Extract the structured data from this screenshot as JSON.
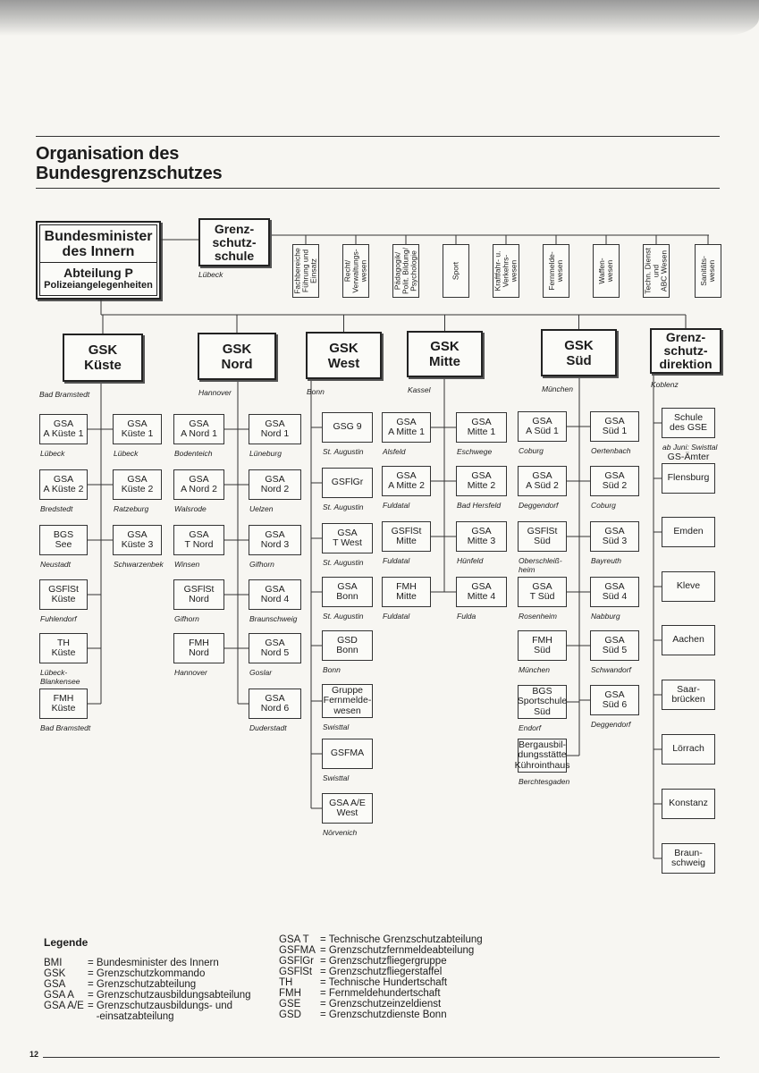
{
  "title": [
    "Organisation des",
    "Bundesgrenzschutzes"
  ],
  "bmi": {
    "lines": [
      "Bundesminister",
      "des Innern"
    ],
    "dept": "Abteilung P",
    "sub": "Polizeiangelegenheiten"
  },
  "school": {
    "lines": [
      "Grenz-",
      "schutz-",
      "schule"
    ],
    "location": "Lübeck"
  },
  "departments": [
    {
      "lines": [
        "Fachbereiche",
        "Führung und",
        "Einsatz"
      ]
    },
    {
      "lines": [
        "Recht/",
        "Verwaltungs-",
        "wesen"
      ]
    },
    {
      "lines": [
        "Pädagogik/",
        "Polit. Bildung/",
        "Psychologie"
      ]
    },
    {
      "lines": [
        "Sport"
      ]
    },
    {
      "lines": [
        "Kraftfahr- u.",
        "Verkehrs-",
        "wesen"
      ]
    },
    {
      "lines": [
        "Fernmelde-",
        "wesen"
      ]
    },
    {
      "lines": [
        "Waffen-",
        "wesen"
      ]
    },
    {
      "lines": [
        "Techn. Dienst",
        "und",
        "ABC Wesen"
      ]
    },
    {
      "lines": [
        "Sanitäts-",
        "wesen"
      ]
    }
  ],
  "commands": [
    {
      "name": [
        "GSK",
        "Küste"
      ],
      "location": "Bad Bramstedt",
      "left": [
        {
          "lines": [
            "GSA",
            "A Küste 1"
          ],
          "location": "Lübeck"
        },
        {
          "lines": [
            "GSA",
            "A Küste 2"
          ],
          "location": "Bredstedt"
        },
        {
          "lines": [
            "BGS",
            "See"
          ],
          "location": "Neustadt"
        },
        {
          "lines": [
            "GSFlSt",
            "Küste"
          ],
          "location": "Fuhlendorf"
        },
        {
          "lines": [
            "TH",
            "Küste"
          ],
          "location": "Lübeck-\nBlankensee"
        },
        {
          "lines": [
            "FMH",
            "Küste"
          ],
          "location": "Bad Bramstedt"
        }
      ],
      "right": [
        {
          "lines": [
            "GSA",
            "Küste 1"
          ],
          "location": "Lübeck"
        },
        {
          "lines": [
            "GSA",
            "Küste 2"
          ],
          "location": "Ratzeburg"
        },
        {
          "lines": [
            "GSA",
            "Küste 3"
          ],
          "location": "Schwarzenbek"
        }
      ]
    },
    {
      "name": [
        "GSK",
        "Nord"
      ],
      "location": "Hannover",
      "left": [
        {
          "lines": [
            "GSA",
            "A Nord 1"
          ],
          "location": "Bodenteich"
        },
        {
          "lines": [
            "GSA",
            "A Nord 2"
          ],
          "location": "Walsrode"
        },
        {
          "lines": [
            "GSA",
            "T Nord"
          ],
          "location": "Winsen"
        },
        {
          "lines": [
            "GSFlSt",
            "Nord"
          ],
          "location": "Gifhorn"
        },
        {
          "lines": [
            "FMH",
            "Nord"
          ],
          "location": "Hannover"
        }
      ],
      "right": [
        {
          "lines": [
            "GSA",
            "Nord 1"
          ],
          "location": "Lüneburg"
        },
        {
          "lines": [
            "GSA",
            "Nord 2"
          ],
          "location": "Uelzen"
        },
        {
          "lines": [
            "GSA",
            "Nord 3"
          ],
          "location": "Gifhorn"
        },
        {
          "lines": [
            "GSA",
            "Nord 4"
          ],
          "location": "Braunschweig"
        },
        {
          "lines": [
            "GSA",
            "Nord 5"
          ],
          "location": "Goslar"
        },
        {
          "lines": [
            "GSA",
            "Nord 6"
          ],
          "location": "Duderstadt"
        }
      ]
    },
    {
      "name": [
        "GSK",
        "West"
      ],
      "location": "Bonn",
      "left": [],
      "right": [
        {
          "lines": [
            "GSG 9"
          ],
          "location": "St. Augustin"
        },
        {
          "lines": [
            "GSFlGr"
          ],
          "location": "St. Augustin"
        },
        {
          "lines": [
            "GSA",
            "T West"
          ],
          "location": "St. Augustin"
        },
        {
          "lines": [
            "GSA",
            "Bonn"
          ],
          "location": "St. Augustin"
        },
        {
          "lines": [
            "GSD",
            "Bonn"
          ],
          "location": "Bonn"
        },
        {
          "lines": [
            "Gruppe",
            "Fernmelde-",
            "wesen"
          ],
          "location": "Swisttal"
        },
        {
          "lines": [
            "GSFMA"
          ],
          "location": "Swisttal"
        },
        {
          "lines": [
            "GSA A/E",
            "West"
          ],
          "location": "Nörvenich"
        }
      ]
    },
    {
      "name": [
        "GSK",
        "Mitte"
      ],
      "location": "Kassel",
      "left": [
        {
          "lines": [
            "GSA",
            "A Mitte 1"
          ],
          "location": "Alsfeld"
        },
        {
          "lines": [
            "GSA",
            "A Mitte 2"
          ],
          "location": "Fuldatal"
        },
        {
          "lines": [
            "GSFlSt",
            "Mitte"
          ],
          "location": "Fuldatal"
        },
        {
          "lines": [
            "FMH",
            "Mitte"
          ],
          "location": "Fuldatal"
        }
      ],
      "right": [
        {
          "lines": [
            "GSA",
            "Mitte 1"
          ],
          "location": "Eschwege"
        },
        {
          "lines": [
            "GSA",
            "Mitte 2"
          ],
          "location": "Bad Hersfeld"
        },
        {
          "lines": [
            "GSA",
            "Mitte 3"
          ],
          "location": "Hünfeld"
        },
        {
          "lines": [
            "GSA",
            "Mitte 4"
          ],
          "location": "Fulda"
        }
      ]
    },
    {
      "name": [
        "GSK",
        "Süd"
      ],
      "location": "München",
      "left": [
        {
          "lines": [
            "GSA",
            "A Süd 1"
          ],
          "location": "Coburg"
        },
        {
          "lines": [
            "GSA",
            "A Süd 2"
          ],
          "location": "Deggendorf"
        },
        {
          "lines": [
            "GSFlSt",
            "Süd"
          ],
          "location": "Oberschleiß-\nheim"
        },
        {
          "lines": [
            "GSA",
            "T Süd"
          ],
          "location": "Rosenheim"
        },
        {
          "lines": [
            "FMH",
            "Süd"
          ],
          "location": "München"
        },
        {
          "lines": [
            "BGS",
            "Sportschule",
            "Süd"
          ],
          "location": "Endorf"
        },
        {
          "lines": [
            "Bergausbil-",
            "dungsstätte",
            "Kührointhaus"
          ],
          "location": "Berchtesgaden"
        }
      ],
      "right": [
        {
          "lines": [
            "GSA",
            "Süd 1"
          ],
          "location": "Oertenbach"
        },
        {
          "lines": [
            "GSA",
            "Süd 2"
          ],
          "location": "Coburg"
        },
        {
          "lines": [
            "GSA",
            "Süd 3"
          ],
          "location": "Bayreuth"
        },
        {
          "lines": [
            "GSA",
            "Süd 4"
          ],
          "location": "Nabburg"
        },
        {
          "lines": [
            "GSA",
            "Süd 5"
          ],
          "location": "Schwandorf"
        },
        {
          "lines": [
            "GSA",
            "Süd 6"
          ],
          "location": "Deggendorf"
        }
      ]
    }
  ],
  "directorate": {
    "name": [
      "Grenz-",
      "schutz-",
      "direktion"
    ],
    "location": "Koblenz",
    "school": {
      "lines": [
        "Schule",
        "des GSE"
      ],
      "location": "ab Juni: Swisttal"
    },
    "group_label": "GS-Ämter",
    "offices": [
      {
        "lines": [
          "Flensburg"
        ]
      },
      {
        "lines": [
          "Emden"
        ]
      },
      {
        "lines": [
          "Kleve"
        ]
      },
      {
        "lines": [
          "Aachen"
        ]
      },
      {
        "lines": [
          "Saar-",
          "brücken"
        ]
      },
      {
        "lines": [
          "Lörrach"
        ]
      },
      {
        "lines": [
          "Konstanz"
        ]
      },
      {
        "lines": [
          "Braun-",
          "schweig"
        ]
      }
    ]
  },
  "legend": {
    "title": "Legende",
    "left": [
      {
        "abbr": "BMI",
        "def": "= Bundesminister des Innern"
      },
      {
        "abbr": "GSK",
        "def": "= Grenzschutzkommando"
      },
      {
        "abbr": "GSA",
        "def": "= Grenzschutzabteilung"
      },
      {
        "abbr": "GSA A",
        "def": "= Grenzschutzausbildungsabteilung"
      },
      {
        "abbr": "GSA A/E",
        "def": "= Grenzschutzausbildungs- und"
      },
      {
        "abbr": "",
        "def": "   -einsatzabteilung"
      }
    ],
    "right": [
      {
        "abbr": "GSA T",
        "def": "= Technische Grenzschutzabteilung"
      },
      {
        "abbr": "GSFMA",
        "def": "= Grenzschutzfernmeldeabteilung"
      },
      {
        "abbr": "GSFlGr",
        "def": "= Grenzschutzfliegergruppe"
      },
      {
        "abbr": "GSFlSt",
        "def": "= Grenzschutzfliegerstaffel"
      },
      {
        "abbr": "TH",
        "def": "= Technische Hundertschaft"
      },
      {
        "abbr": "FMH",
        "def": "= Fernmeldehundertschaft"
      },
      {
        "abbr": "GSE",
        "def": "= Grenzschutzeinzeldienst"
      },
      {
        "abbr": "GSD",
        "def": "= Grenzschutzdienste Bonn"
      }
    ]
  },
  "page_number": "12"
}
